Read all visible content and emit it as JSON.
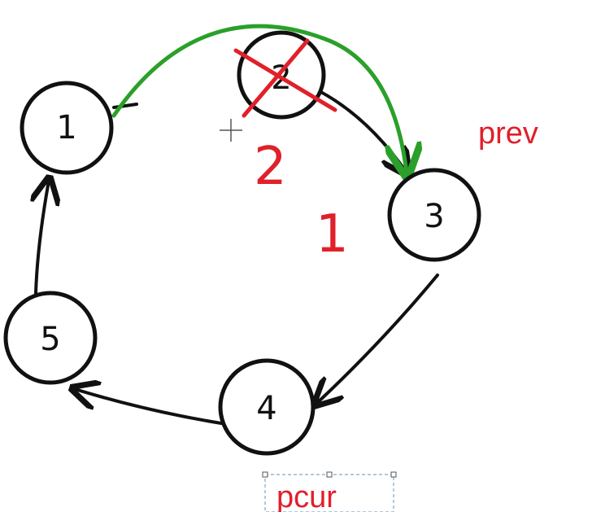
{
  "diagram": {
    "nodes": [
      {
        "id": "n1",
        "label": "1"
      },
      {
        "id": "n2",
        "label": "2",
        "crossed": true
      },
      {
        "id": "n3",
        "label": "3"
      },
      {
        "id": "n4",
        "label": "4"
      },
      {
        "id": "n5",
        "label": "5"
      }
    ],
    "edges": [
      {
        "from": "n2",
        "to": "n3",
        "color": "#111111"
      },
      {
        "from": "n3",
        "to": "n4",
        "color": "#111111"
      },
      {
        "from": "n4",
        "to": "n5",
        "color": "#111111"
      },
      {
        "from": "n5",
        "to": "n1",
        "color": "#111111"
      },
      {
        "from": "n1",
        "to": "n3",
        "color": "#2aa02a",
        "note": "green bypass over node 2"
      }
    ],
    "annotations": {
      "prev_label": "prev",
      "pcur_label": "pcur",
      "handwritten_two": "2",
      "handwritten_one": "1"
    },
    "colors": {
      "ink": "#111111",
      "red": "#e0202a",
      "green": "#2aa02a"
    }
  }
}
